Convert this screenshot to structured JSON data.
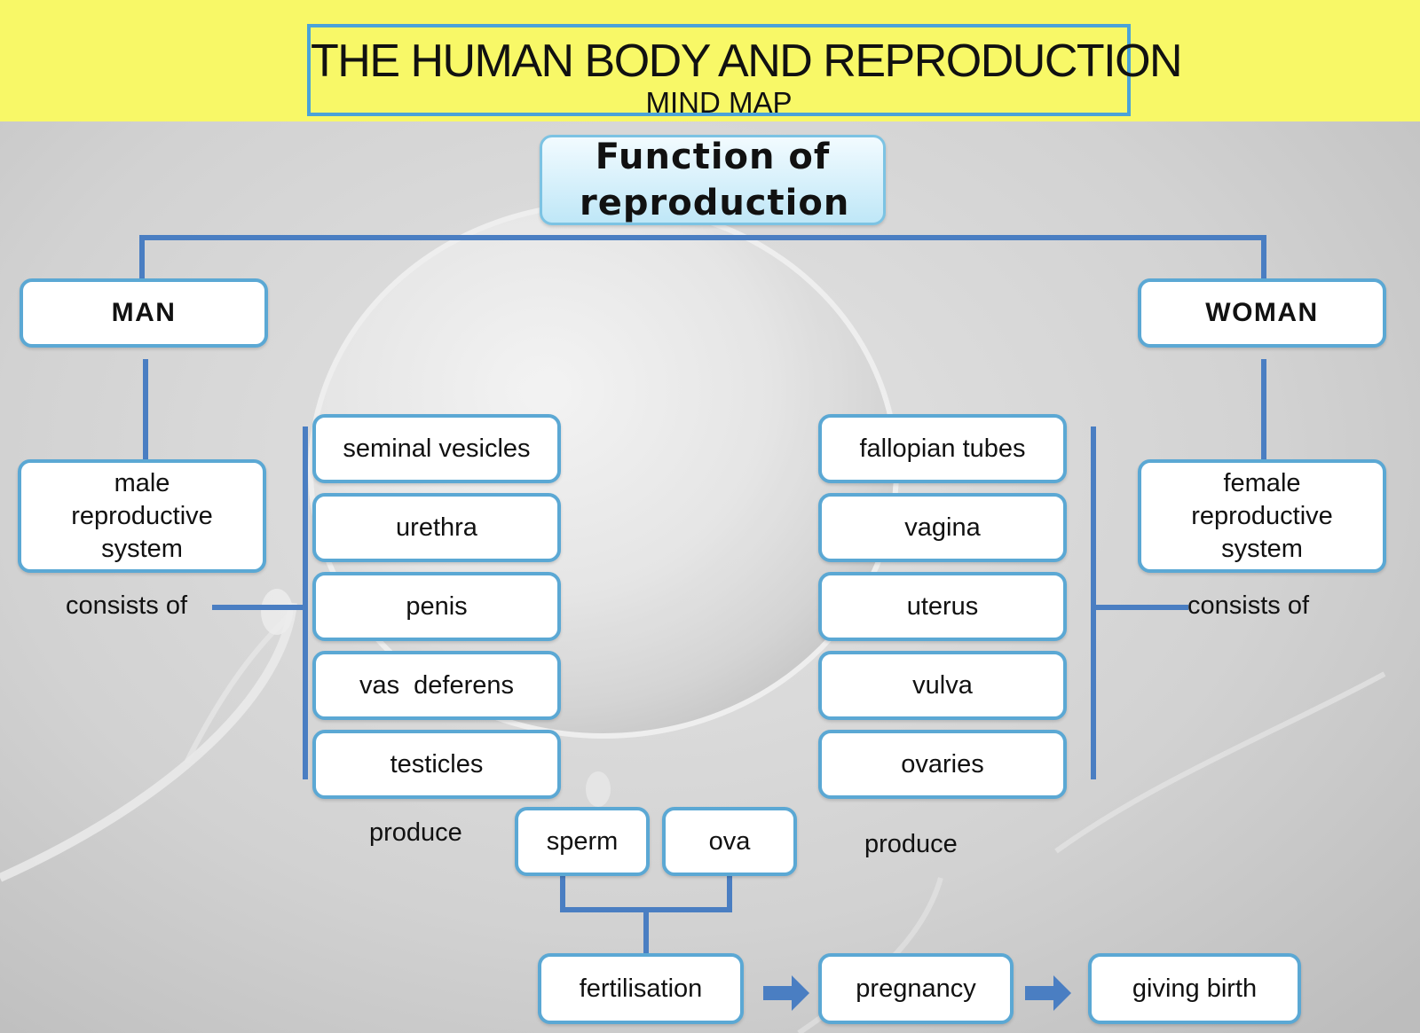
{
  "title": {
    "main": "THE HUMAN BODY AND REPRODUCTION",
    "subtitle": "MIND MAP"
  },
  "root": {
    "label": "Function of reproduction"
  },
  "man": {
    "label": "MAN",
    "system": "male reproductive system",
    "consists_label": "consists of",
    "organs": [
      "seminal vesicles",
      "urethra",
      "penis",
      "vas  deferens",
      "testicles"
    ],
    "produce_label": "produce",
    "gamete": "sperm"
  },
  "woman": {
    "label": "WOMAN",
    "system": "female reproductive system",
    "consists_label": "consists of",
    "organs": [
      "fallopian tubes",
      "vagina",
      "uterus",
      "vulva",
      "ovaries"
    ],
    "produce_label": "produce",
    "gamete": "ova"
  },
  "process": [
    "fertilisation",
    "pregnancy",
    "giving birth"
  ],
  "colors": {
    "header_band": "#f8f867",
    "title_border": "#4aa3d8",
    "node_border": "#5ba8d4",
    "connector": "#4a7ec2",
    "root_fill_top": "#f2fbff",
    "root_fill_bottom": "#bfe7f7"
  },
  "background_image": "egg-cell-and-sperm-micrograph"
}
